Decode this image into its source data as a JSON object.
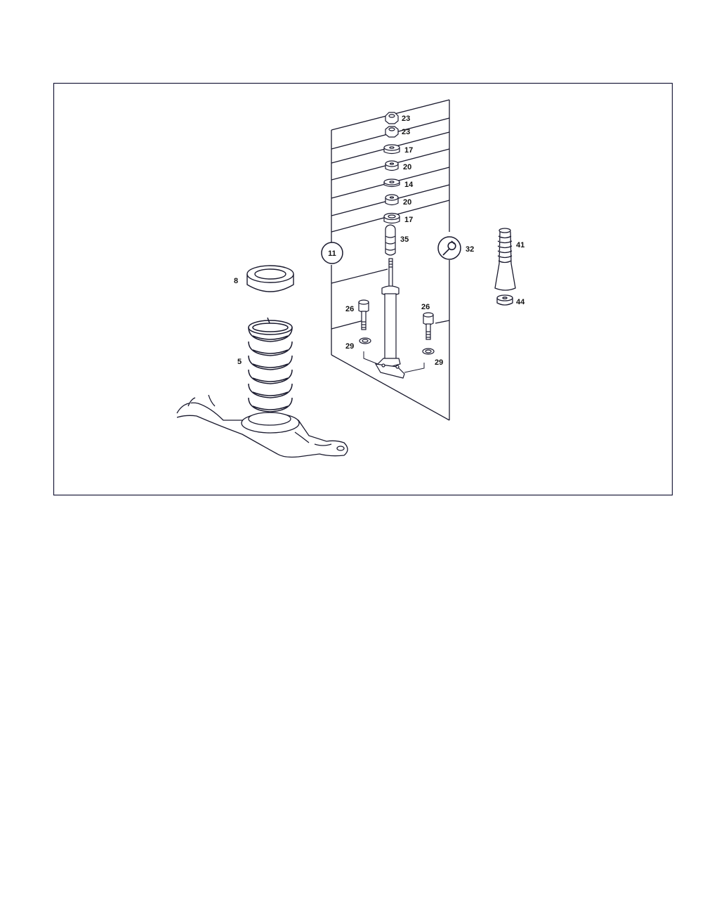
{
  "diagram": {
    "callouts": {
      "nut_top": "23",
      "nut_second": "23",
      "rubber_mount_upper": "17",
      "spacer_upper": "20",
      "washer": "14",
      "spacer_lower": "20",
      "rubber_mount_lower": "17",
      "bump_stop": "35",
      "coil_spring": "5",
      "spring_pad": "8",
      "bolt_left": "26",
      "bolt_right": "26",
      "lock_washer_left": "29",
      "lock_washer_right": "29",
      "dust_boot": "41",
      "boot_cap": "44"
    },
    "group_markers": {
      "group": "11",
      "repair_group": "32"
    },
    "colors": {
      "line": "#1a1a2e",
      "frame": "#1b1b3a",
      "background": "#ffffff"
    },
    "icons": {
      "repair_group": "wrench-icon"
    }
  }
}
